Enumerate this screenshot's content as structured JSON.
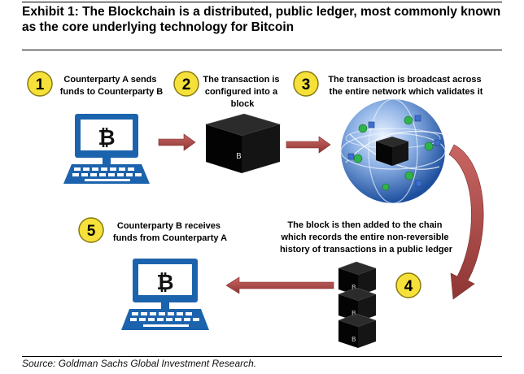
{
  "title": "Exhibit 1: The Blockchain is a distributed, public ledger, most commonly known as the core underlying technology for Bitcoin",
  "steps": [
    {
      "number": "1",
      "lines": [
        "Counterparty A sends",
        "funds to Counterparty B"
      ]
    },
    {
      "number": "2",
      "lines": [
        "The transaction is",
        "configured into a",
        "block"
      ]
    },
    {
      "number": "3",
      "lines": [
        "The transaction is broadcast across",
        "the entire network which validates it"
      ]
    },
    {
      "number": "4",
      "lines": [
        "The block is then added to the chain",
        "which records the entire non-reversible",
        "history of transactions in a public ledger"
      ]
    },
    {
      "number": "5",
      "lines": [
        "Counterparty B receives",
        "funds from Counterparty A"
      ]
    }
  ],
  "bitcoin_symbol": "₿",
  "block_symbol": "B",
  "source": "Source: Goldman Sachs Global Investment Research.",
  "colors": {
    "badge_fill": "#f6e13a",
    "badge_stroke": "#8a7a10",
    "computer_blue": "#1c63ad",
    "arrow_red": "#b04a48",
    "block_black": "#0a0a0a",
    "globe_blue": "#2a5fae",
    "node_green": "#2fb34a"
  }
}
